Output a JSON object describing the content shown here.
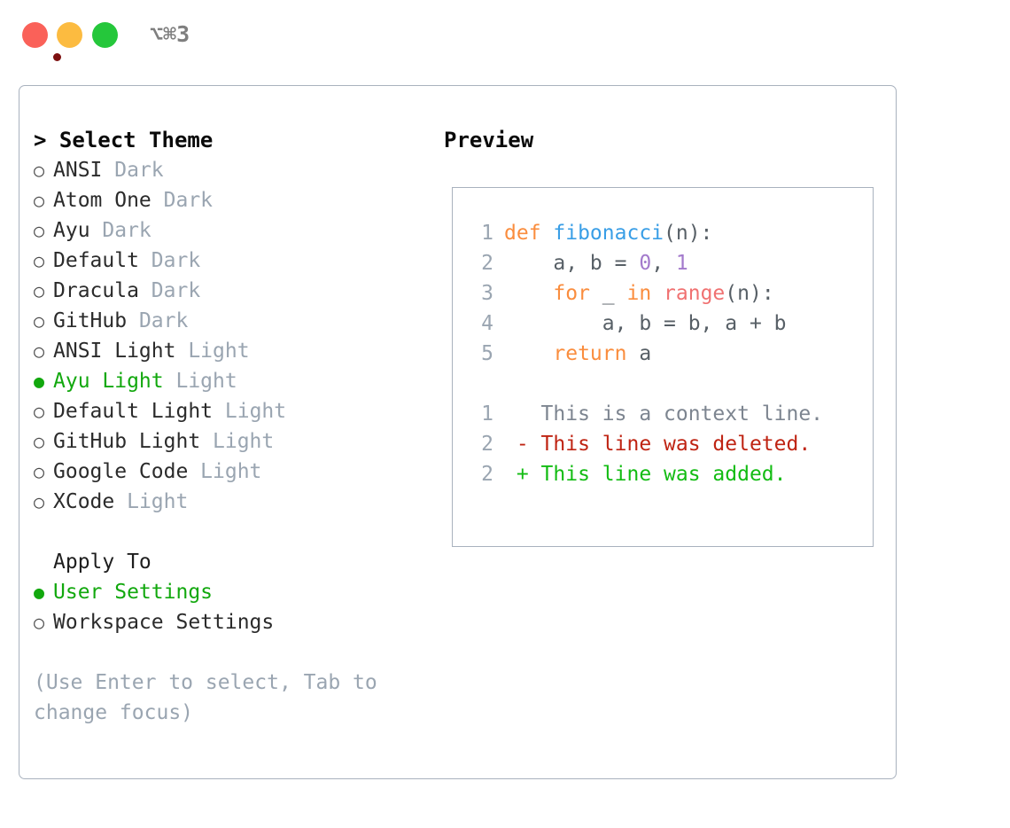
{
  "titlebar": {
    "shortcut": "⌥⌘3",
    "buttons": {
      "close": "close",
      "minimize": "minimize",
      "maximize": "maximize"
    }
  },
  "theme_picker": {
    "header": "> Select Theme",
    "options": [
      {
        "bullet": "○",
        "name": "ANSI",
        "variant": "Dark",
        "selected": false
      },
      {
        "bullet": "○",
        "name": "Atom One",
        "variant": "Dark",
        "selected": false
      },
      {
        "bullet": "○",
        "name": "Ayu",
        "variant": "Dark",
        "selected": false
      },
      {
        "bullet": "○",
        "name": "Default",
        "variant": "Dark",
        "selected": false
      },
      {
        "bullet": "○",
        "name": "Dracula",
        "variant": "Dark",
        "selected": false
      },
      {
        "bullet": "○",
        "name": "GitHub",
        "variant": "Dark",
        "selected": false
      },
      {
        "bullet": "○",
        "name": "ANSI Light",
        "variant": "Light",
        "selected": false
      },
      {
        "bullet": "●",
        "name": "Ayu Light",
        "variant": "Light",
        "selected": true
      },
      {
        "bullet": "○",
        "name": "Default Light",
        "variant": "Light",
        "selected": false
      },
      {
        "bullet": "○",
        "name": "GitHub Light",
        "variant": "Light",
        "selected": false
      },
      {
        "bullet": "○",
        "name": "Google Code",
        "variant": "Light",
        "selected": false
      },
      {
        "bullet": "○",
        "name": "XCode",
        "variant": "Light",
        "selected": false
      }
    ]
  },
  "apply_to": {
    "header": "Apply To",
    "options": [
      {
        "bullet": "●",
        "name": "User Settings",
        "selected": true
      },
      {
        "bullet": "○",
        "name": "Workspace Settings",
        "selected": false
      }
    ]
  },
  "hint": "(Use Enter to select, Tab to change focus)",
  "preview": {
    "header": "Preview",
    "code_lines": [
      {
        "number": "1",
        "tokens": [
          {
            "text": "def ",
            "type": "kw"
          },
          {
            "text": "fibonacci",
            "type": "fn"
          },
          {
            "text": "(n):",
            "type": "plain"
          }
        ]
      },
      {
        "number": "2",
        "tokens": [
          {
            "text": "    a, b = ",
            "type": "plain"
          },
          {
            "text": "0",
            "type": "num"
          },
          {
            "text": ", ",
            "type": "plain"
          },
          {
            "text": "1",
            "type": "num"
          }
        ]
      },
      {
        "number": "3",
        "tokens": [
          {
            "text": "    ",
            "type": "plain"
          },
          {
            "text": "for",
            "type": "kw"
          },
          {
            "text": " _ ",
            "type": "plain"
          },
          {
            "text": "in",
            "type": "kw"
          },
          {
            "text": " ",
            "type": "plain"
          },
          {
            "text": "range",
            "type": "call"
          },
          {
            "text": "(n):",
            "type": "plain"
          }
        ]
      },
      {
        "number": "4",
        "tokens": [
          {
            "text": "        a, b = b, a + b",
            "type": "plain"
          }
        ]
      },
      {
        "number": "5",
        "tokens": [
          {
            "text": "    ",
            "type": "plain"
          },
          {
            "text": "return",
            "type": "kw"
          },
          {
            "text": " a",
            "type": "plain"
          }
        ]
      }
    ],
    "diff_lines": [
      {
        "number": "1",
        "marker": " ",
        "text": " This is a context line.",
        "type": "ctx"
      },
      {
        "number": "2",
        "marker": "-",
        "text": " This line was deleted.",
        "type": "del"
      },
      {
        "number": "2",
        "marker": "+",
        "text": " This line was added.",
        "type": "add"
      }
    ]
  },
  "colors": {
    "accent_green": "#12a80e",
    "muted": "#9aa5b1",
    "border": "#a9b2be",
    "kw_orange": "#fa8d3e",
    "fn_blue": "#399ee6",
    "num_purple": "#a37acc",
    "call_coral": "#f07171",
    "diff_del_red": "#bf2413",
    "diff_add_green": "#13bc13"
  }
}
